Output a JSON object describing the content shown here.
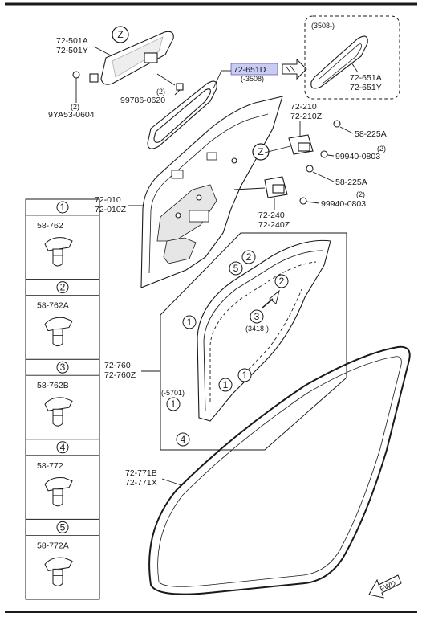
{
  "top_labels": {
    "glass_a": "72-501A",
    "glass_y": "72-501Y",
    "screw_a": "9YA53-0604",
    "screw_qty": "(2)",
    "bolt_a": "99786-0620",
    "bolt_qty": "(2)",
    "weather_a": "72-651D",
    "weather_note": "(-3508)",
    "weather_new_note": "(3508-)",
    "weather_new_a": "72-651A",
    "weather_new_y": "72-651Y"
  },
  "door_labels": {
    "door_a": "72-010",
    "door_z": "72-010Z",
    "hinge_up_a": "72-210",
    "hinge_up_z": "72-210Z",
    "hinge_up_bolt": "58-225A",
    "hinge_up_nut": "99940-0803",
    "hinge_up_nut_qty": "(2)",
    "hinge_lo_bolt": "58-225A",
    "hinge_lo_a": "72-240",
    "hinge_lo_z": "72-240Z",
    "hinge_lo_nut": "99940-0803",
    "hinge_lo_nut_qty": "(2)",
    "seal_a": "72-760",
    "seal_z": "72-760Z",
    "seal_note1": "(3418-)",
    "seal_note2": "(-5701)",
    "strip_b": "72-771B",
    "strip_x": "72-771X",
    "callout_z": "Z",
    "callout_z2": "Z",
    "fwd": "FWD"
  },
  "legend": [
    {
      "key": "1",
      "part": "58-762"
    },
    {
      "key": "2",
      "part": "58-762A"
    },
    {
      "key": "3",
      "part": "58-762B"
    },
    {
      "key": "4",
      "part": "58-772"
    },
    {
      "key": "5",
      "part": "58-772A"
    }
  ],
  "callouts": {
    "c5": "5",
    "c2a": "2",
    "c2b": "2",
    "c3": "3",
    "c1a": "1",
    "c1b": "1",
    "c1c": "1",
    "c1d": "1",
    "c4": "4"
  }
}
